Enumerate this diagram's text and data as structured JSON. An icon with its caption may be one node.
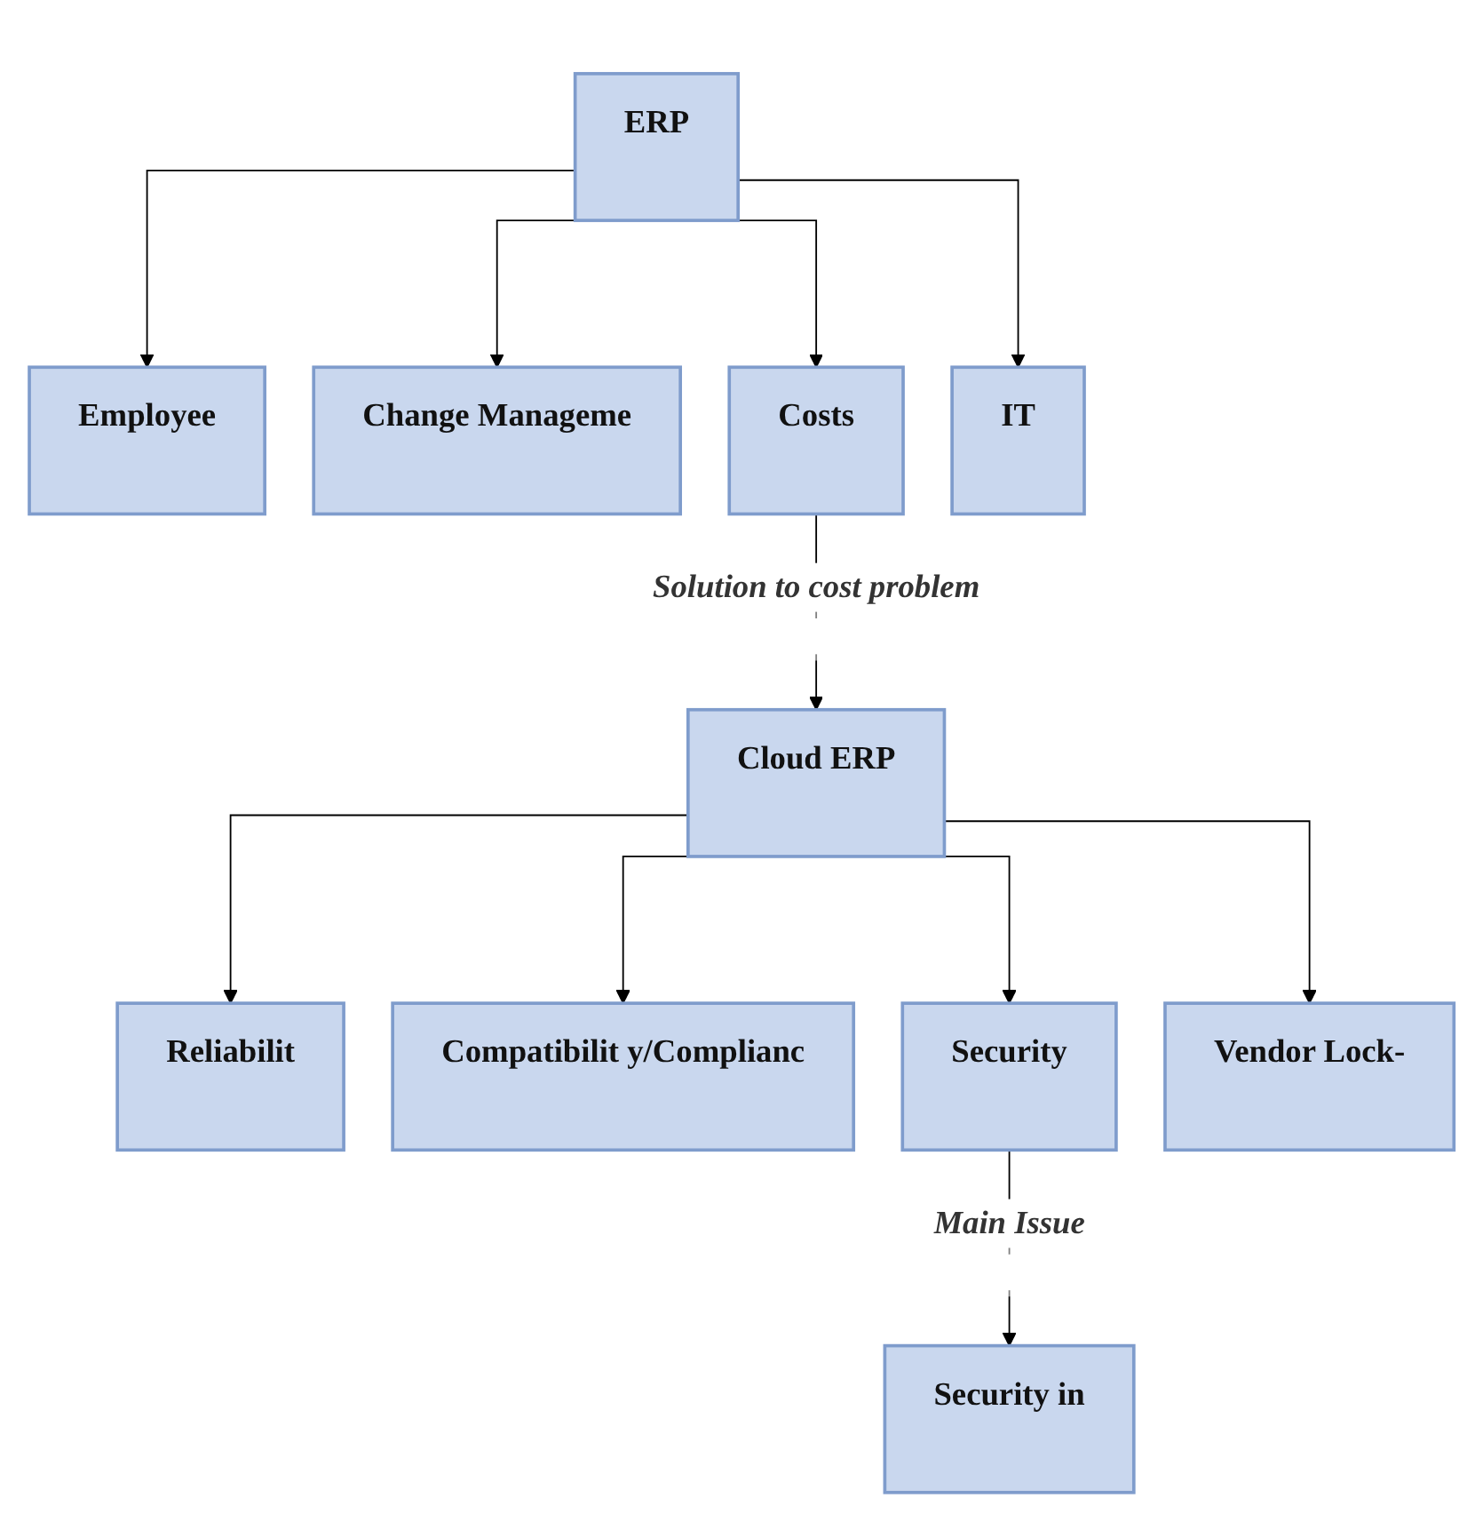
{
  "diagram": {
    "nodes": [
      {
        "text": [
          "ERP"
        ]
      },
      {
        "text": [
          "Employee"
        ]
      },
      {
        "text": [
          "Change Manageme"
        ]
      },
      {
        "text": [
          "Costs"
        ]
      },
      {
        "text": [
          "IT"
        ]
      },
      {
        "text": [
          "Cloud ERP"
        ]
      },
      {
        "text": [
          "Reliabilit"
        ]
      },
      {
        "text": [
          "Compatibilit y/Complianc"
        ]
      },
      {
        "text": [
          "Security"
        ]
      },
      {
        "text": [
          "Vendor Lock-"
        ]
      },
      {
        "text": [
          "Security in"
        ]
      }
    ],
    "edges": [
      {
        "from": 0,
        "to": 1,
        "arrow": "to"
      },
      {
        "from": 0,
        "to": 2,
        "arrow": "to"
      },
      {
        "from": 0,
        "to": 3,
        "arrow": "to"
      },
      {
        "from": 0,
        "to": 4,
        "arrow": "to"
      },
      {
        "from": 3,
        "to": 5,
        "arrow": "to",
        "label": "Solution to cost problem"
      },
      {
        "from": 5,
        "to": 6,
        "arrow": "to"
      },
      {
        "from": 5,
        "to": 7,
        "arrow": "to"
      },
      {
        "from": 5,
        "to": 8,
        "arrow": "to"
      },
      {
        "from": 5,
        "to": 9,
        "arrow": "to"
      },
      {
        "from": 8,
        "to": 10,
        "arrow": "to",
        "label": "Main Issue"
      }
    ]
  }
}
